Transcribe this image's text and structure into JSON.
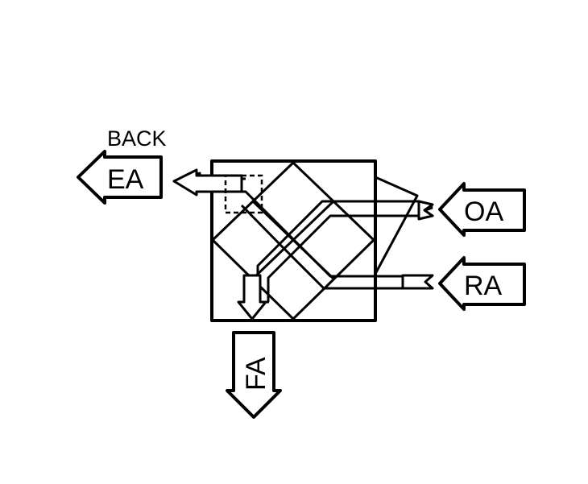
{
  "labels": {
    "back": "BACK",
    "ea": "EA",
    "oa": "OA",
    "ra": "RA",
    "fa": "FA"
  },
  "colors": {
    "line": "#000000",
    "background": "#ffffff"
  }
}
